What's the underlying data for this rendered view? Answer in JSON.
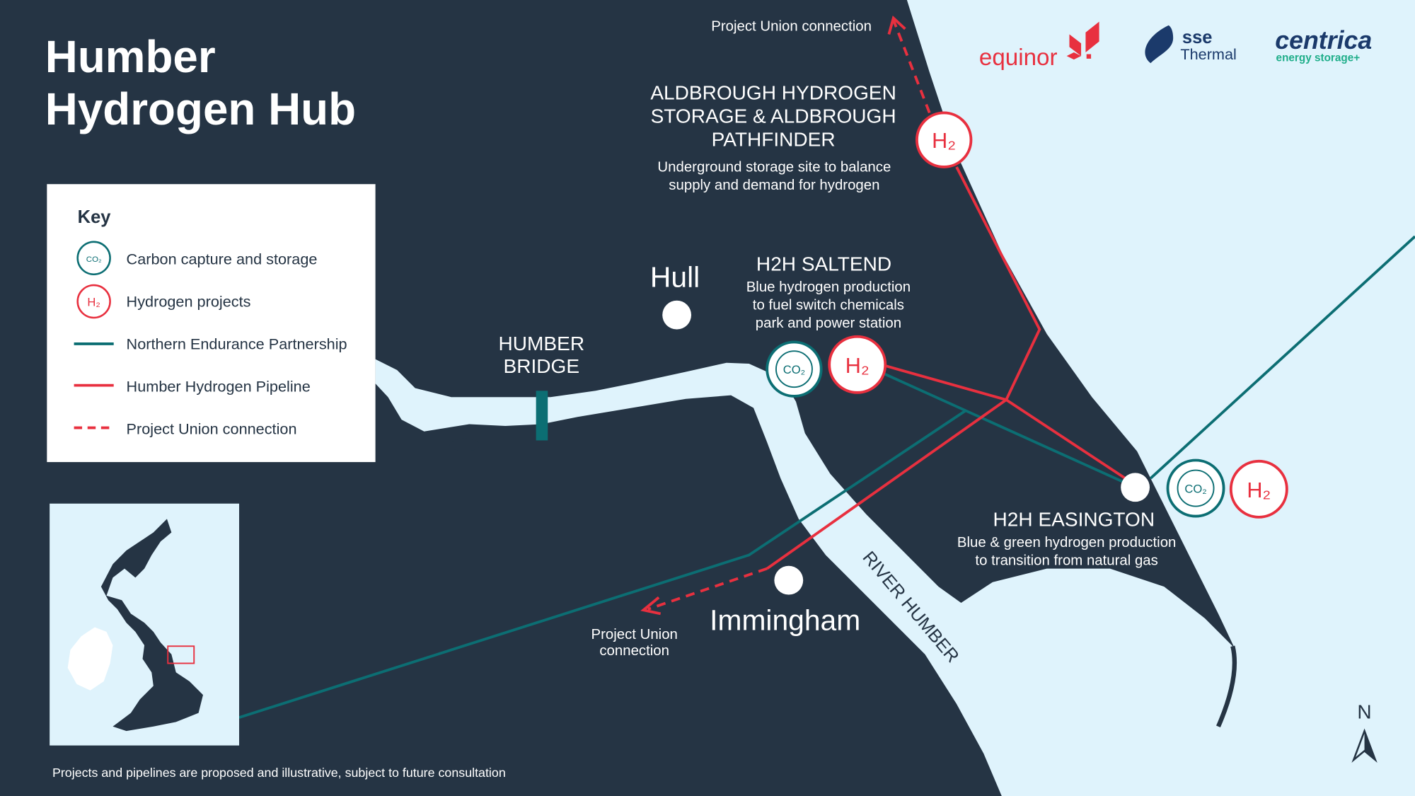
{
  "title": {
    "line1": "Humber",
    "line2": "Hydrogen Hub"
  },
  "colors": {
    "land": "#253444",
    "water": "#dff3fc",
    "hydrogen": "#e8303f",
    "ccs": "#0c6e73"
  },
  "key": {
    "heading": "Key",
    "items": [
      {
        "icon": "co2-circle-icon",
        "label": "Carbon capture and storage"
      },
      {
        "icon": "h2-circle-icon",
        "label": "Hydrogen projects"
      },
      {
        "icon": "teal-line-icon",
        "label": "Northern Endurance Partnership"
      },
      {
        "icon": "red-line-icon",
        "label": "Humber Hydrogen Pipeline"
      },
      {
        "icon": "red-dashed-line-icon",
        "label": "Project Union connection"
      }
    ]
  },
  "icons": {
    "co2": "CO₂",
    "h2": "H₂"
  },
  "sites": {
    "aldbrough": {
      "name": [
        "ALDBROUGH HYDROGEN",
        "STORAGE & ALDBROUGH",
        "PATHFINDER"
      ],
      "desc": [
        "Underground storage site to balance",
        "supply and demand for hydrogen"
      ]
    },
    "saltend": {
      "name": "H2H SALTEND",
      "desc": [
        "Blue hydrogen production",
        "to fuel switch chemicals",
        "park and power station"
      ]
    },
    "easington": {
      "name": "H2H EASINGTON",
      "desc": [
        "Blue & green hydrogen production",
        "to transition from natural gas"
      ]
    }
  },
  "places": {
    "hull": "Hull",
    "immingham": "Immingham",
    "bridge": [
      "HUMBER",
      "BRIDGE"
    ],
    "river": "RIVER HUMBER"
  },
  "project_union": {
    "north": "Project Union connection",
    "south": [
      "Project Union",
      "connection"
    ]
  },
  "logos": {
    "equinor": "equinor",
    "sse": "sse",
    "sse_sub": "Thermal",
    "centrica": "centrica",
    "centrica_sub": "energy storage+"
  },
  "north_label": "N",
  "footnote": "Projects and pipelines are proposed and illustrative, subject to future consultation"
}
